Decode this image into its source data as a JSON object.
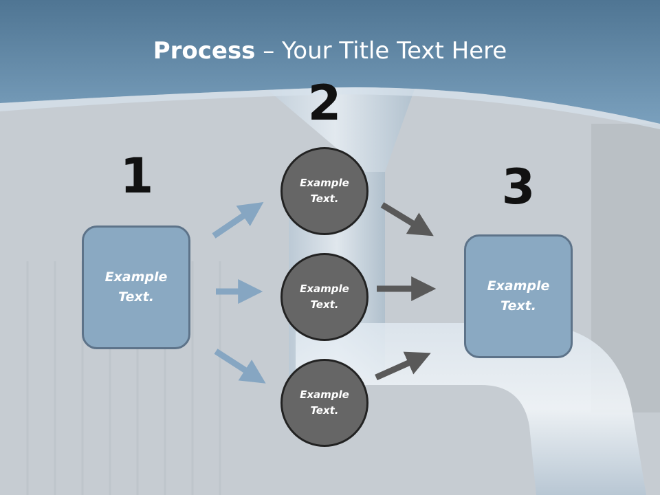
{
  "title": {
    "bold": "Process",
    "rest": " – Your Title Text Here"
  },
  "steps": [
    {
      "number": "1",
      "text_line1": "Example",
      "text_line2": "Text."
    },
    {
      "number": "2"
    },
    {
      "number": "3",
      "text_line1": "Example",
      "text_line2": "Text."
    }
  ],
  "circles": [
    {
      "text_line1": "Example",
      "text_line2": "Text."
    },
    {
      "text_line1": "Example",
      "text_line2": "Text."
    },
    {
      "text_line1": "Example",
      "text_line2": "Text."
    }
  ],
  "colors": {
    "header": "#6f93b0",
    "box_fill": "#8aa9c2",
    "circle_fill": "#666666",
    "light_arrow": "#86a6c2",
    "dark_arrow": "#595959"
  }
}
